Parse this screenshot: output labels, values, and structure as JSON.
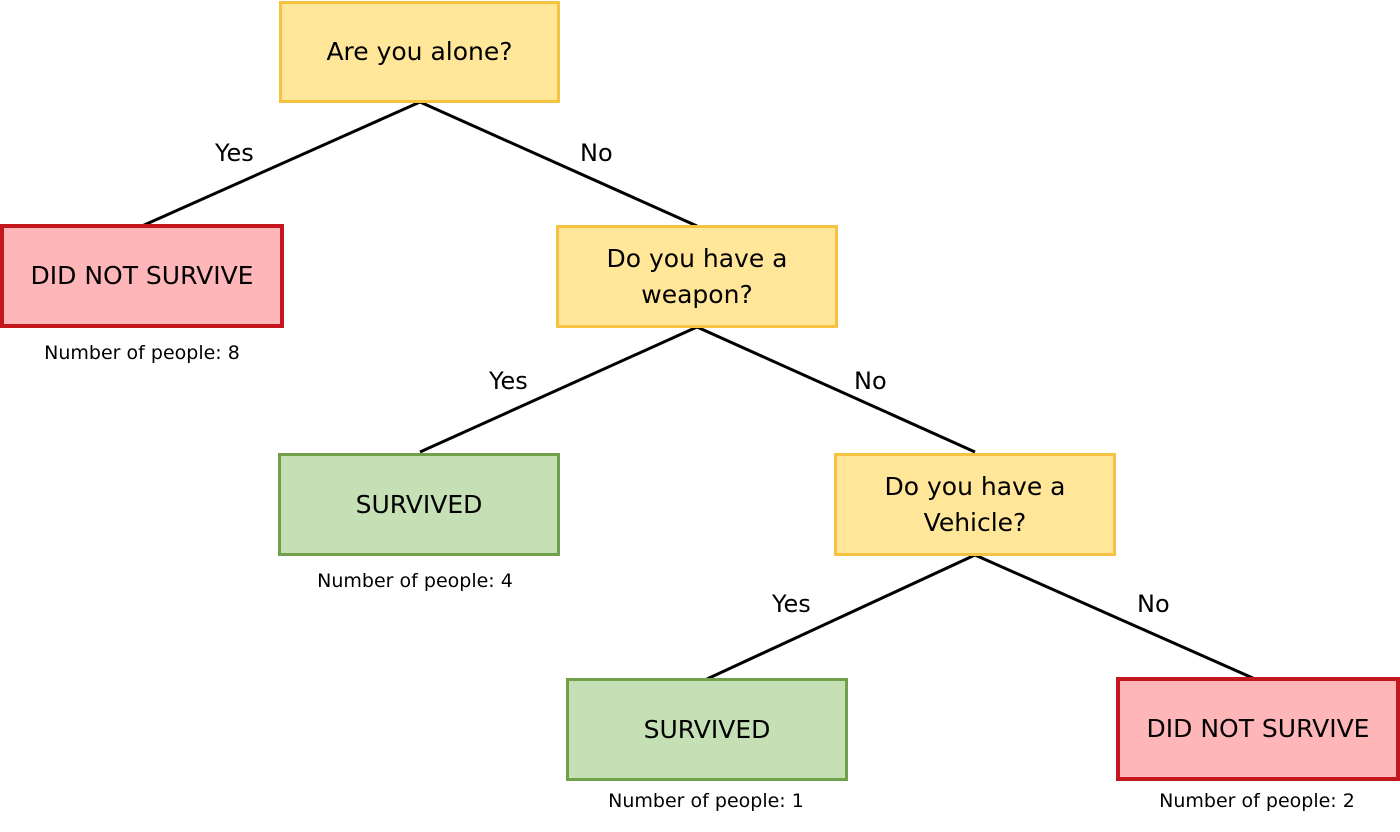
{
  "nodes": {
    "q_alone": "Are you alone?",
    "leaf_alone_yes": "DID NOT SURVIVE",
    "q_weapon": "Do you have a weapon?",
    "leaf_weapon_yes": "SURVIVED",
    "q_vehicle": "Do you have a Vehicle?",
    "leaf_vehicle_yes": "SURVIVED",
    "leaf_vehicle_no": "DID NOT SURVIVE"
  },
  "edges": {
    "alone_yes": "Yes",
    "alone_no": "No",
    "weapon_yes": "Yes",
    "weapon_no": "No",
    "vehicle_yes": "Yes",
    "vehicle_no": "No"
  },
  "counts": {
    "leaf_alone_yes": "Number of people: 8",
    "leaf_weapon_yes": "Number of people: 4",
    "leaf_vehicle_yes": "Number of people: 1",
    "leaf_vehicle_no": "Number of people: 2"
  },
  "colors": {
    "question_fill": "#ffe699",
    "question_border": "#f5c242",
    "survived_fill": "#c5e0b4",
    "survived_border": "#70a14a",
    "died_fill": "#ffb6b9",
    "died_border": "#c3161d"
  }
}
